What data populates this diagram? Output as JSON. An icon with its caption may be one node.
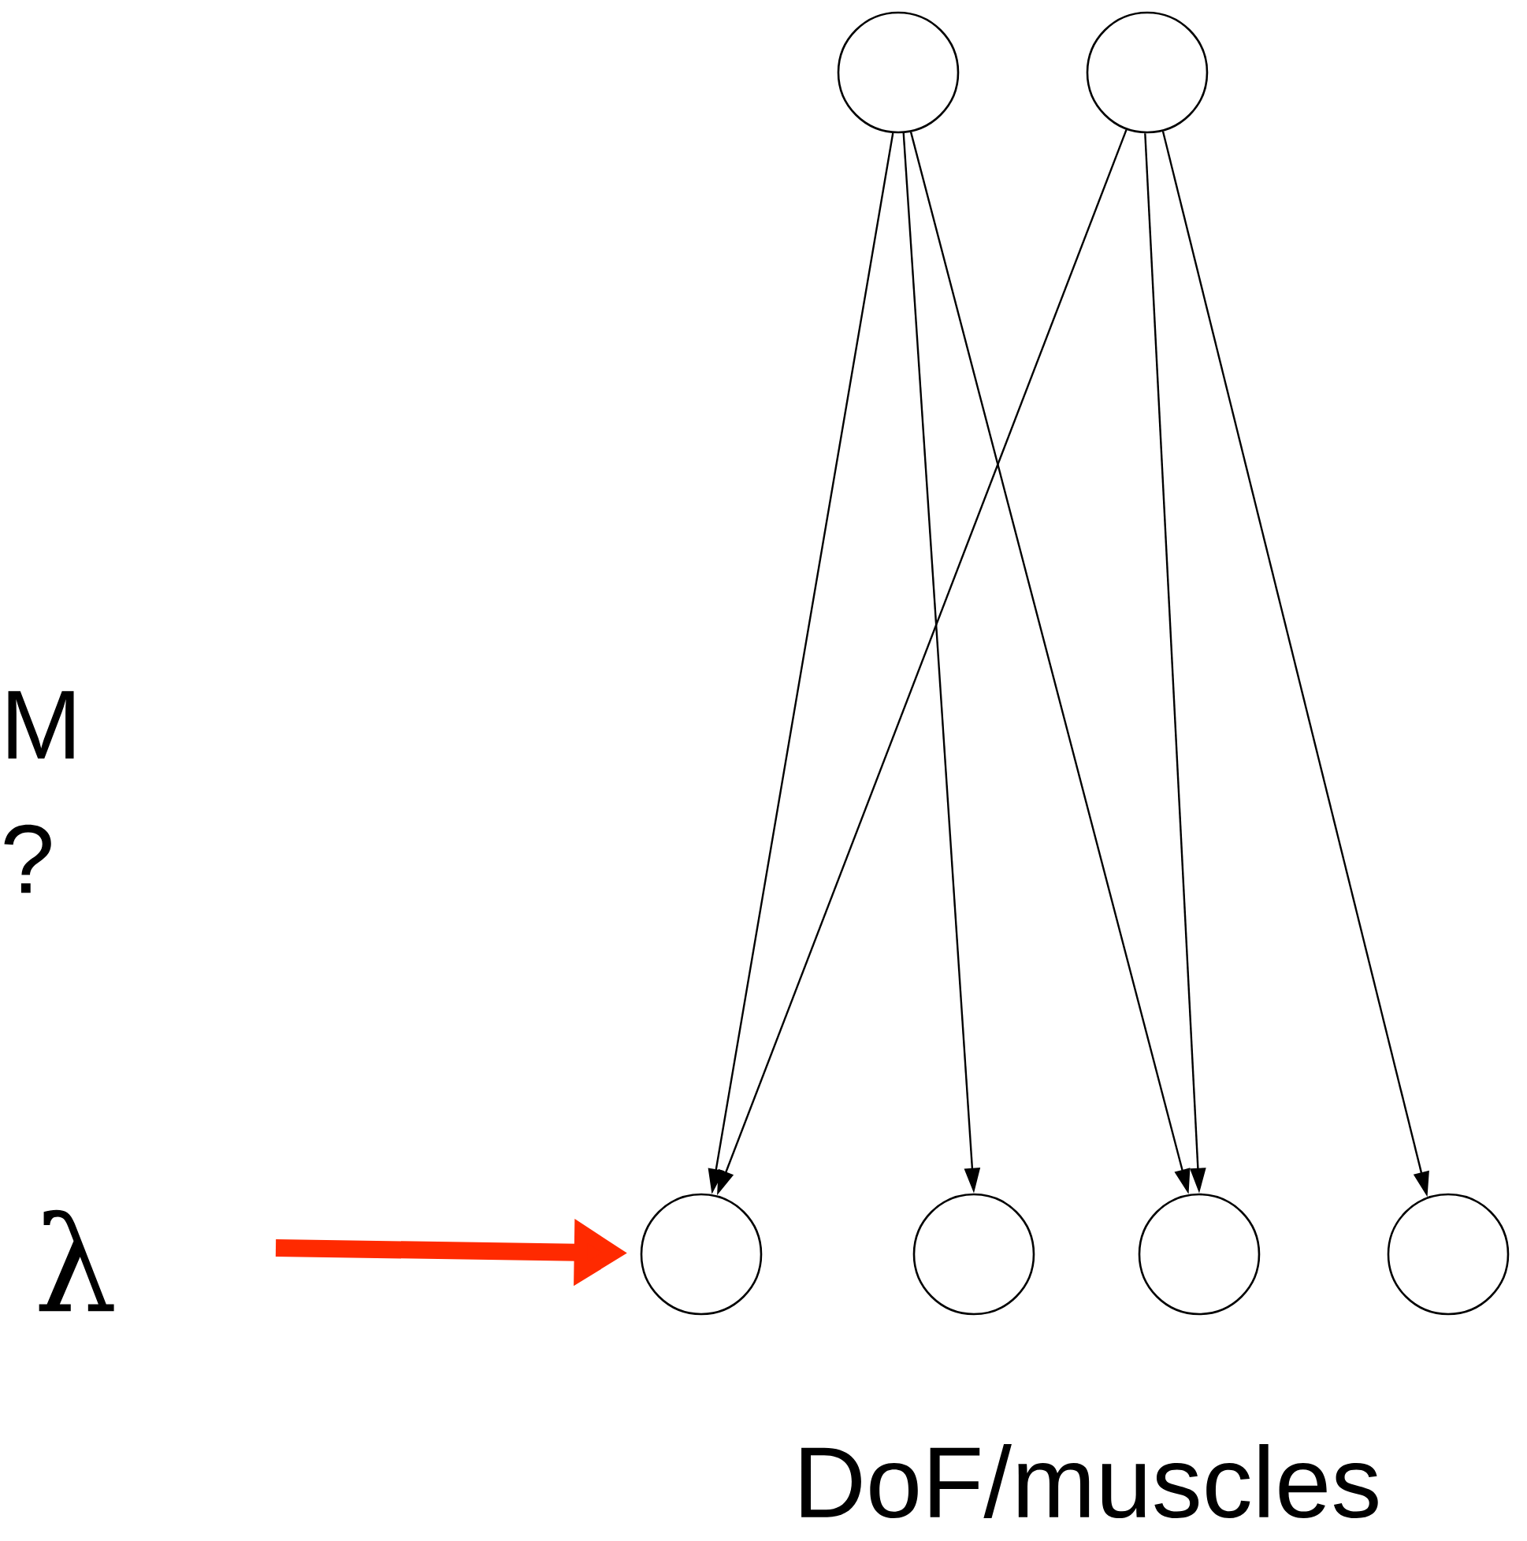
{
  "diagram": {
    "nodes": [
      {
        "text": [],
        "shape": "circle"
      },
      {
        "text": [],
        "shape": "circle"
      },
      {
        "text": [],
        "shape": "circle"
      },
      {
        "text": [],
        "shape": "circle"
      },
      {
        "text": [],
        "shape": "circle"
      },
      {
        "text": [],
        "shape": "circle"
      }
    ],
    "edges": [
      {
        "from": 0,
        "to": 2,
        "arrow": "to"
      },
      {
        "from": 0,
        "to": 3,
        "arrow": "to"
      },
      {
        "from": 0,
        "to": 4,
        "arrow": "to"
      },
      {
        "from": 1,
        "to": 2,
        "arrow": "to"
      },
      {
        "from": 1,
        "to": 4,
        "arrow": "to"
      },
      {
        "from": 1,
        "to": 5,
        "arrow": "to"
      },
      {
        "from": null,
        "to": 2,
        "arrow": "to",
        "style": "thick",
        "color": "#ff2a00"
      }
    ],
    "labels": [
      "M",
      "?",
      "λ",
      "DoF/muscles"
    ]
  }
}
